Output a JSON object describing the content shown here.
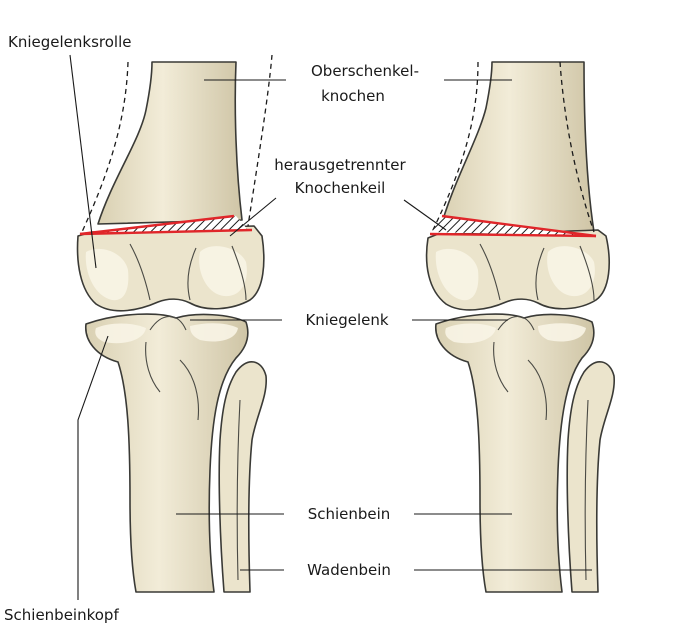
{
  "labels": {
    "kniegelenksrolle": "Kniegelenksrolle",
    "oberschenkel_line1": "Oberschenkel-",
    "oberschenkel_line2": "knochen",
    "keil_line1": "herausgetrennter",
    "keil_line2": "Knochenkeil",
    "kniegelenk": "Kniegelenk",
    "schienbein": "Schienbein",
    "wadenbein": "Wadenbein",
    "schienbeinkopf": "Schienbeinkopf"
  },
  "colors": {
    "bone": "#ebe4cc",
    "outline": "#3a3a36",
    "cut_line": "#e0262a",
    "label_text": "#1a1a1a"
  }
}
